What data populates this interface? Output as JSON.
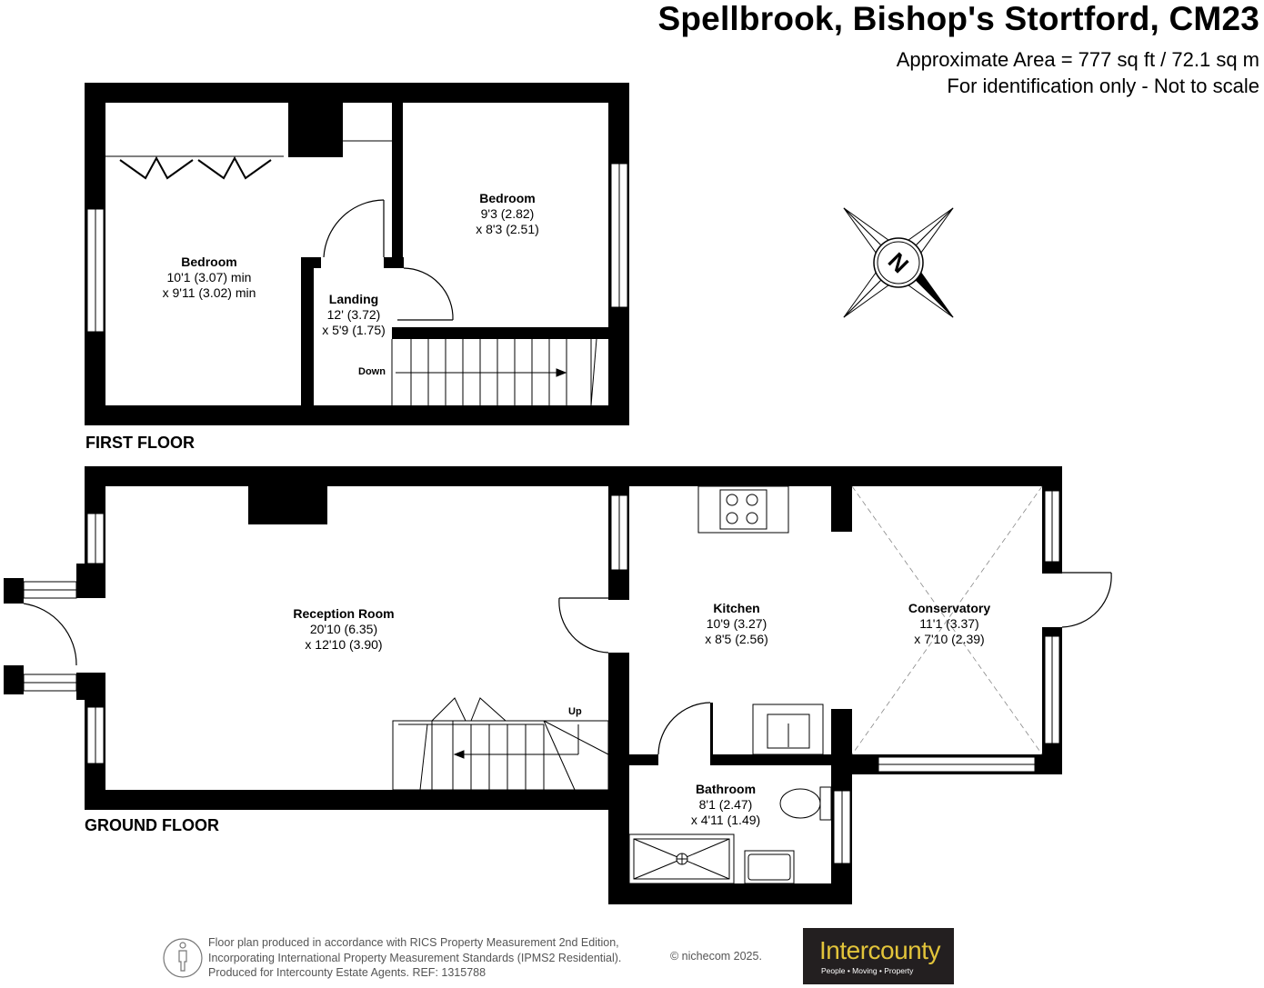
{
  "header": {
    "title": "Spellbrook, Bishop's Stortford, CM23",
    "area": "Approximate Area = 777 sq ft / 72.1 sq m",
    "disclaimer": "For identification only - Not to scale"
  },
  "floors": {
    "first": "FIRST FLOOR",
    "ground": "GROUND FLOOR"
  },
  "rooms": {
    "bedroom1": {
      "name": "Bedroom",
      "dim1": "10'1 (3.07) min",
      "dim2": "x 9'11 (3.02) min"
    },
    "bedroom2": {
      "name": "Bedroom",
      "dim1": "9'3 (2.82)",
      "dim2": "x 8'3 (2.51)"
    },
    "landing": {
      "name": "Landing",
      "dim1": "12' (3.72)",
      "dim2": "x 5'9 (1.75)"
    },
    "reception": {
      "name": "Reception Room",
      "dim1": "20'10 (6.35)",
      "dim2": "x 12'10 (3.90)"
    },
    "kitchen": {
      "name": "Kitchen",
      "dim1": "10'9 (3.27)",
      "dim2": "x 8'5 (2.56)"
    },
    "conservatory": {
      "name": "Conservatory",
      "dim1": "11'1 (3.37)",
      "dim2": "x 7'10 (2.39)"
    },
    "bathroom": {
      "name": "Bathroom",
      "dim1": "8'1 (2.47)",
      "dim2": "x 4'11 (1.49)"
    }
  },
  "stairs": {
    "down": "Down",
    "up": "Up"
  },
  "compass": {
    "letter": "N"
  },
  "footer": {
    "line1": "Floor plan produced in accordance with RICS Property Measurement 2nd Edition,",
    "line2": "Incorporating International Property Measurement Standards (IPMS2 Residential).",
    "line3": "Produced for Intercounty Estate Agents.   REF:  1315788",
    "copyright": "© nichecom 2025."
  },
  "logo": {
    "brand": "Intercounty",
    "tagline": "People • Moving • Property"
  }
}
